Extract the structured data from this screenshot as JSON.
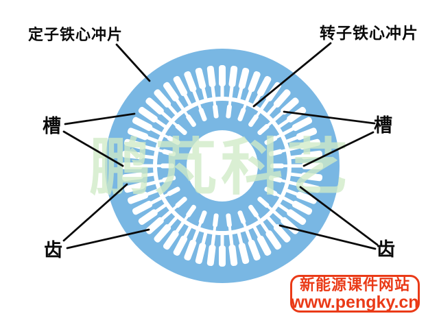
{
  "diagram": {
    "labels": {
      "stator": "定子铁心冲片",
      "rotor": "转子铁心冲片",
      "slot_left": "槽",
      "slot_right": "槽",
      "tooth_left": "齿",
      "tooth_right": "齿"
    },
    "watermark": "鹏芃科艺",
    "colors": {
      "lamination_blue": "#79b7e3",
      "watermark_green": "#cfeac6",
      "brand_red": "#ea3a17",
      "line_black": "#0a0a0a"
    }
  },
  "footer_badge": {
    "line1": "新能源课件网站",
    "line2": "www.pengky.cn"
  }
}
